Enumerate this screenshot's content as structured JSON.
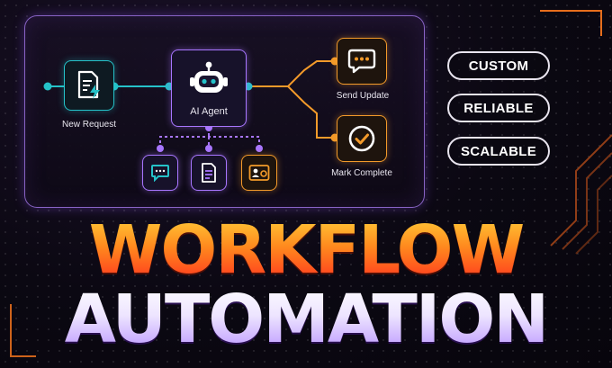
{
  "diagram": {
    "nodes": {
      "new_request": "New Request",
      "ai_agent": "AI Agent",
      "send_update": "Send Update",
      "mark_complete": "Mark Complete"
    },
    "tool_icons": [
      "chat-icon",
      "document-icon",
      "id-card-icon"
    ]
  },
  "badges": [
    "CUSTOM",
    "RELIABLE",
    "SCALABLE"
  ],
  "headline": {
    "line1": "WORKFLOW",
    "line2": "AUTOMATION"
  },
  "colors": {
    "teal": "#25c2c9",
    "purple": "#a876ff",
    "orange": "#f39a2a",
    "panel_border": "#b282ff"
  }
}
